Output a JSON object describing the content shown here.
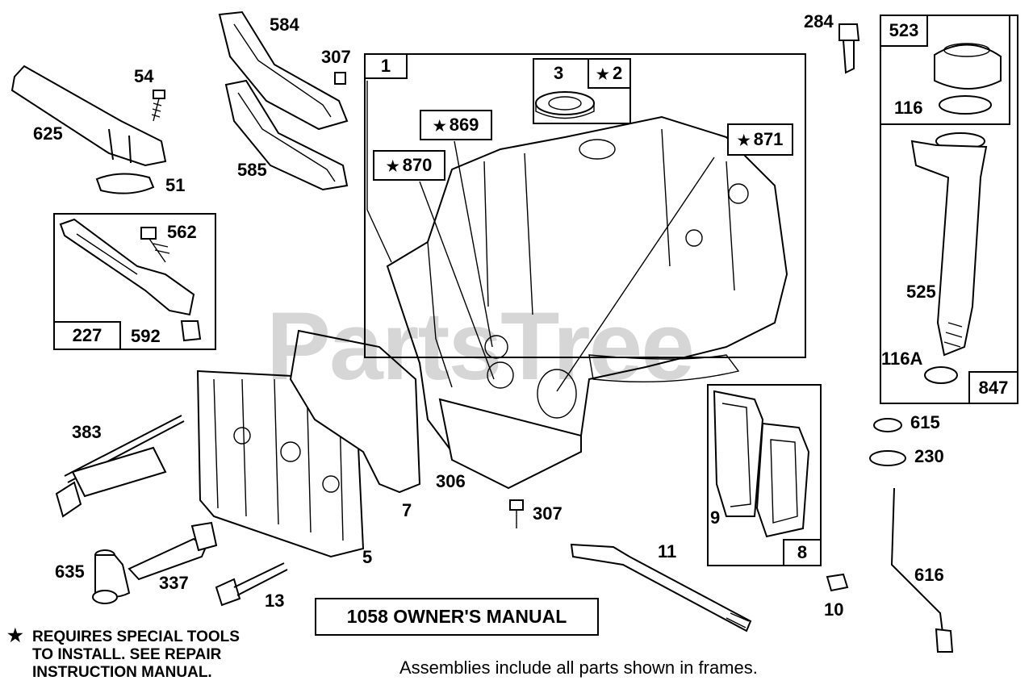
{
  "watermark": "PartsTree",
  "labels": {
    "l584": "584",
    "l307a": "307",
    "l54": "54",
    "l625": "625",
    "l51": "51",
    "l585": "585",
    "l562": "562",
    "l592": "592",
    "l383": "383",
    "l635": "635",
    "l337": "337",
    "l13": "13",
    "l5": "5",
    "l7": "7",
    "l306": "306",
    "l307b": "307",
    "l11": "11",
    "l9": "9",
    "l10": "10",
    "l284": "284",
    "l116": "116",
    "l525": "525",
    "l116A": "116A",
    "l615": "615",
    "l230": "230",
    "l616": "616"
  },
  "tags": {
    "t1": "1",
    "t3": "3",
    "t2": "2",
    "t869": "869",
    "t870": "870",
    "t871": "871",
    "t227": "227",
    "t8": "8",
    "t523": "523",
    "t847": "847"
  },
  "manual_box": "1058 OWNER'S MANUAL",
  "note": {
    "line1": "REQUIRES SPECIAL TOOLS",
    "line2": "TO INSTALL.  SEE REPAIR",
    "line3": "INSTRUCTION MANUAL."
  },
  "caption": "Assemblies include all parts shown in frames."
}
